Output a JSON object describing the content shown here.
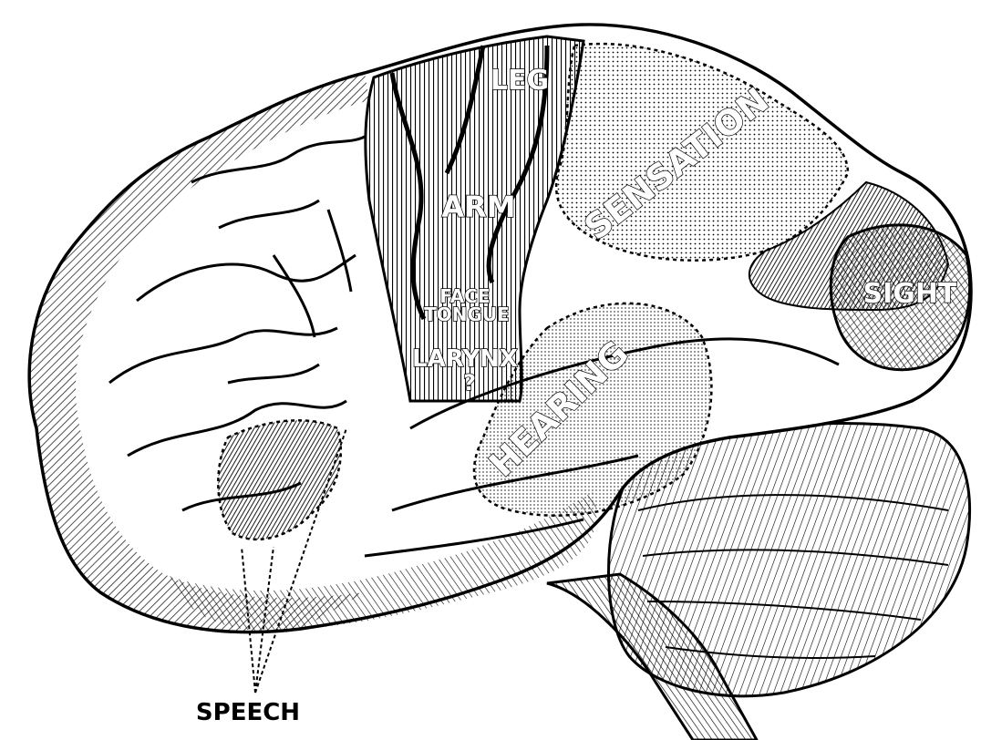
{
  "diagram": {
    "labels": {
      "leg": "LEG",
      "arm": "ARM",
      "face": "FACE",
      "tongue": "TONGUE",
      "larynx": "LARYNX",
      "larynx_query": "?",
      "sensation": "SENSATION",
      "sight": "SIGHT",
      "hearing": "HEARING",
      "speech": "SPEECH"
    },
    "colors": {
      "ink": "#000000",
      "paper": "#ffffff"
    }
  }
}
